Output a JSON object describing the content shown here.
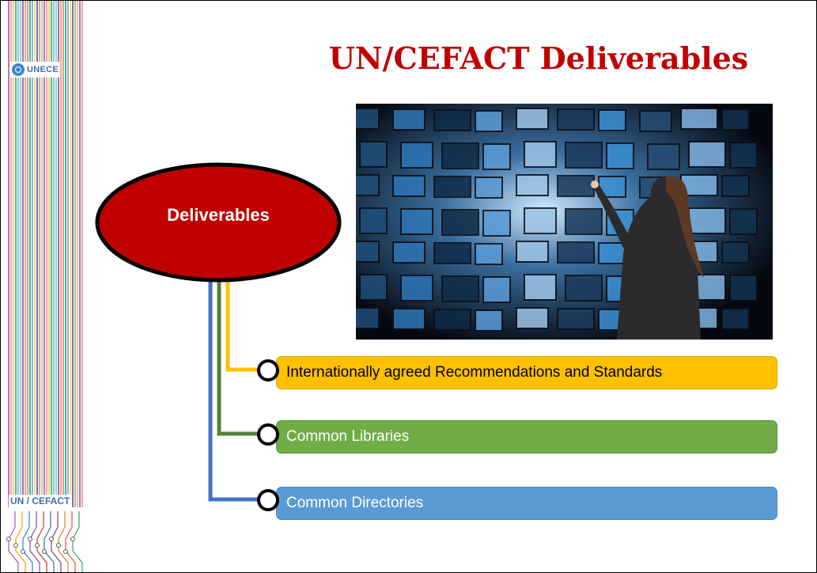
{
  "slide": {
    "title": "UN/CEFACT Deliverables"
  },
  "logos": {
    "unece": "UNECE",
    "cefact": "UN / CEFACT"
  },
  "diagram": {
    "central_node": "Deliverables",
    "central_color": "#c00000",
    "branches": [
      {
        "label": "Internationally agreed Recommendations and Standards",
        "color": "#ffc000"
      },
      {
        "label": "Common Libraries",
        "color": "#70ad47"
      },
      {
        "label": "Common Directories",
        "color": "#5b9bd5"
      }
    ]
  },
  "photo": {
    "subject": "woman touching a wall of digital screens"
  }
}
